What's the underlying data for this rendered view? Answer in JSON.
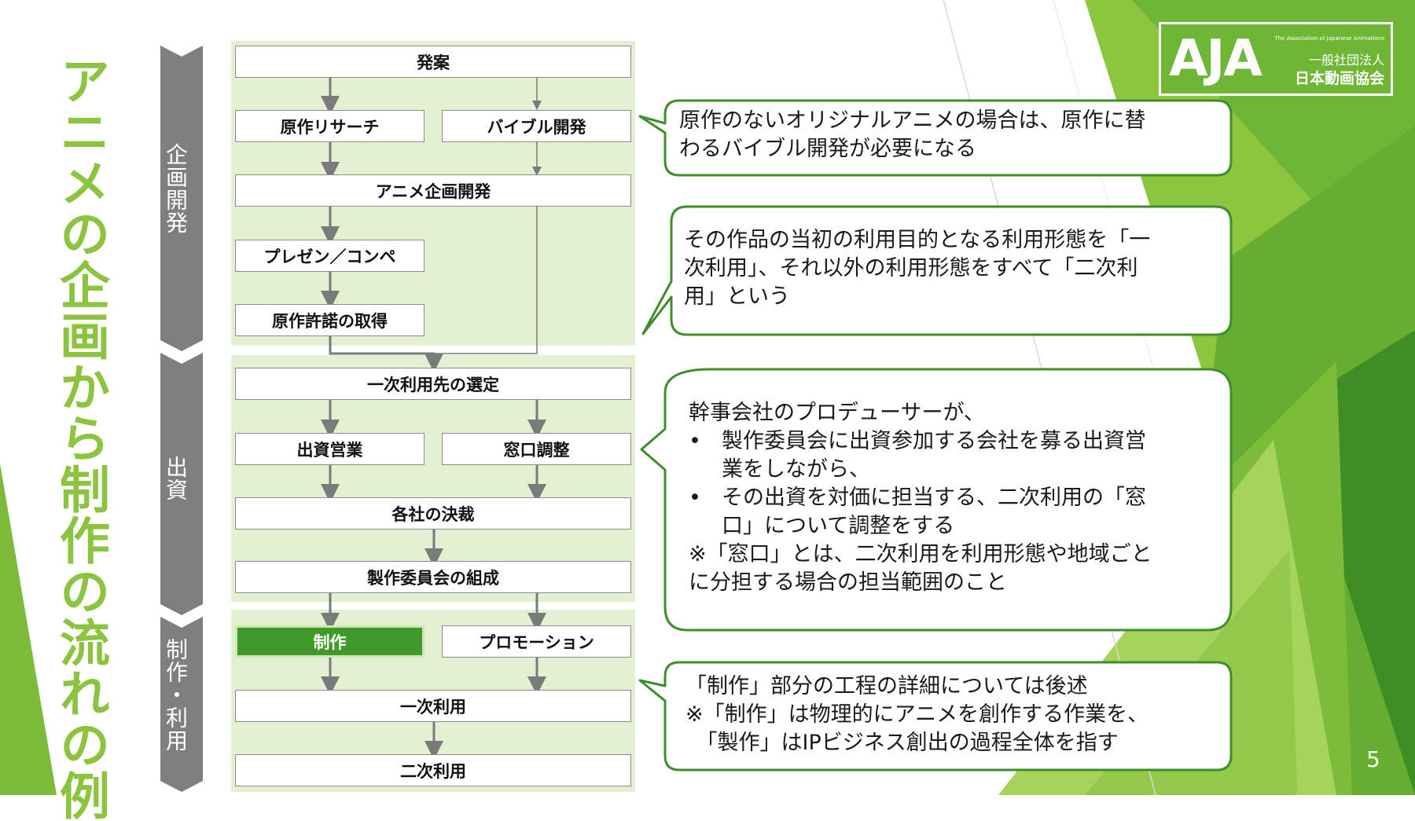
{
  "slide": {
    "title": "アニメの企画から制作の流れの例",
    "page_number": "5"
  },
  "logo": {
    "main": "AJA",
    "english": "The Association of Japanese Animations",
    "jp_line1": "一般社団法人",
    "jp_line2": "日本動画協会"
  },
  "phases": [
    "企画開発",
    "出資",
    "制作・利用"
  ],
  "flow": {
    "proposal": "発案",
    "original_research": "原作リサーチ",
    "bible_development": "バイブル開発",
    "anime_planning": "アニメ企画開発",
    "presentation": "プレゼン／コンペ",
    "license_acquisition": "原作許諾の取得",
    "primary_use_selection": "一次利用先の選定",
    "investment_sales": "出資営業",
    "window_coordination": "窓口調整",
    "company_approval": "各社の決裁",
    "committee_formation": "製作委員会の組成",
    "production": "制作",
    "promotion": "プロモーション",
    "primary_use": "一次利用",
    "secondary_use": "二次利用"
  },
  "callouts": [
    {
      "lines": [
        "原作のないオリジナルアニメの場合は、原作に替",
        "わるバイブル開発が必要になる"
      ]
    },
    {
      "lines": [
        "その作品の当初の利用目的となる利用形態を「一",
        "次利用」、それ以外の利用形態をすべて「二次利",
        "用」という"
      ]
    },
    {
      "intro": "幹事会社のプロデューサーが、",
      "bullet_mark": "•",
      "bullet1": [
        "製作委員会に出資参加する会社を募る出資営",
        "業をしながら、"
      ],
      "bullet2": [
        "その出資を対価に担当する、二次利用の「窓",
        "口」について調整をする"
      ],
      "note": [
        "※「窓口」とは、二次利用を利用形態や地域ごと",
        "に分担する場合の担当範囲のこと"
      ]
    },
    {
      "lines": [
        "「制作」部分の工程の詳細については後述",
        "※「制作」は物理的にアニメを創作する作業を、",
        "　「製作」はIPビジネス創出の過程全体を指す"
      ]
    }
  ],
  "colors": {
    "title_green": "#8dc43f",
    "zone_fill": "#e3f0d2",
    "active_box": "#3f9a29",
    "phase_gray": "#7f7f7f",
    "callout_border": "#3e8e2b"
  }
}
